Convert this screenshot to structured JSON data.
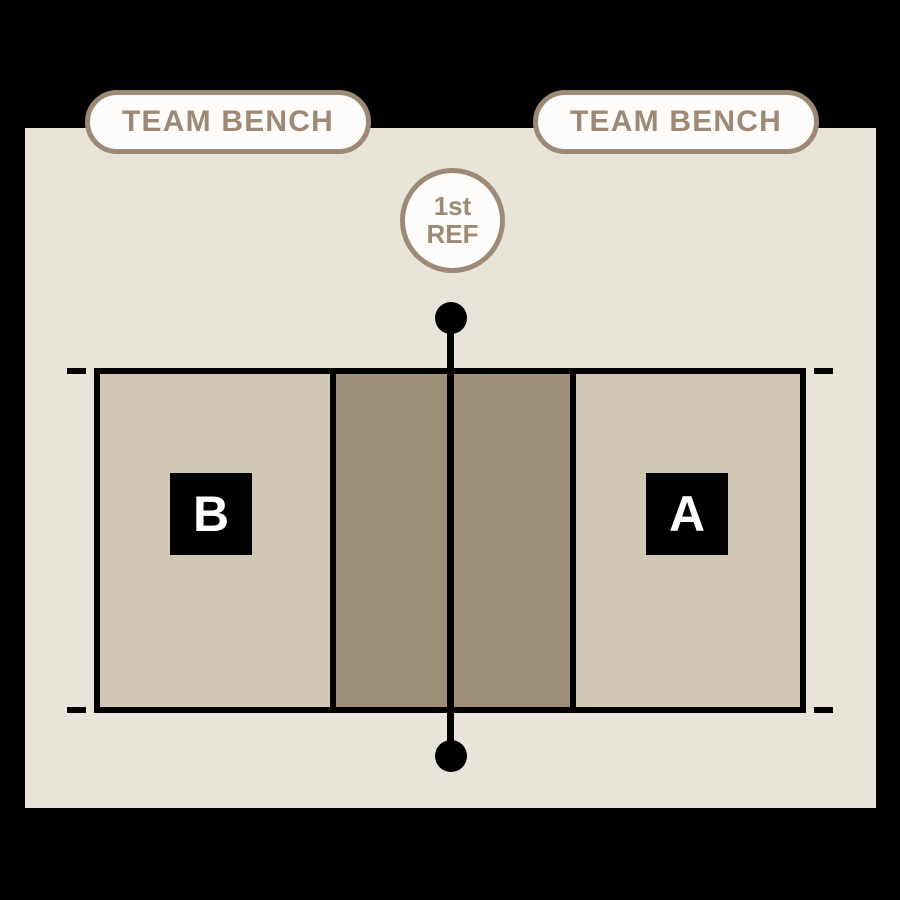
{
  "diagram": {
    "type": "volleyball-court-layout",
    "colors": {
      "surround": "#E8E4DA",
      "back_zone": "#D2C6B4",
      "front_zone": "#9F8E78",
      "line": "#000000",
      "accent": "#9D8975",
      "badge_fill": "#FDFCFA",
      "marker_fill": "#000000",
      "marker_text": "#FFFFFF",
      "page_background": "#000000"
    },
    "benches": [
      {
        "label": "TEAM BENCH",
        "side": "left"
      },
      {
        "label": "TEAM BENCH",
        "side": "right"
      }
    ],
    "referee": {
      "line1": "1st",
      "line2": "REF"
    },
    "team_markers": [
      {
        "label": "B",
        "side": "left"
      },
      {
        "label": "A",
        "side": "right"
      }
    ],
    "court": {
      "zones": [
        {
          "name": "back-zone-left",
          "shade": "light"
        },
        {
          "name": "front-zone-left",
          "shade": "dark"
        },
        {
          "name": "front-zone-right",
          "shade": "dark"
        },
        {
          "name": "back-zone-right",
          "shade": "light"
        }
      ],
      "net": {
        "posts": 2,
        "orientation": "vertical"
      },
      "side_marks": 4
    }
  }
}
